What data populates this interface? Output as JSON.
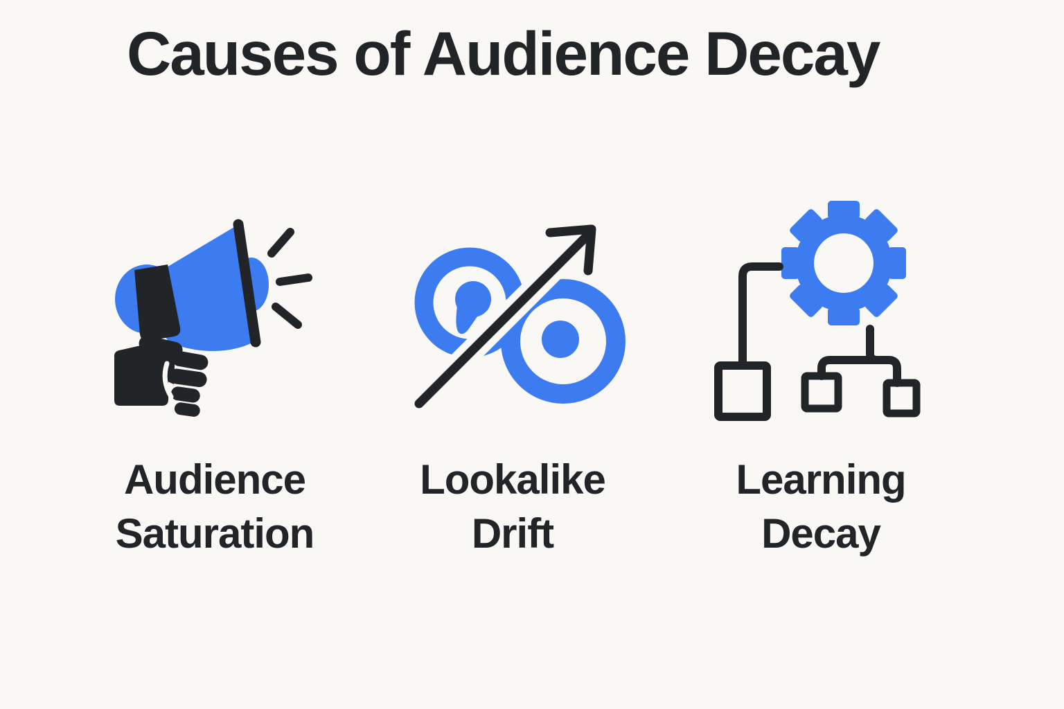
{
  "colors": {
    "background": "#f9f8f5",
    "ink": "#222528",
    "accent": "#3c7bf0"
  },
  "title": "Causes of Audience Decay",
  "items": [
    {
      "icon": "megaphone-icon",
      "label_line1": "Audience",
      "label_line2": "Saturation"
    },
    {
      "icon": "percent-trend-icon",
      "label_line1": "Lookalike",
      "label_line2": "Drift"
    },
    {
      "icon": "gear-flowchart-icon",
      "label_line1": "Learning",
      "label_line2": "Decay"
    }
  ]
}
